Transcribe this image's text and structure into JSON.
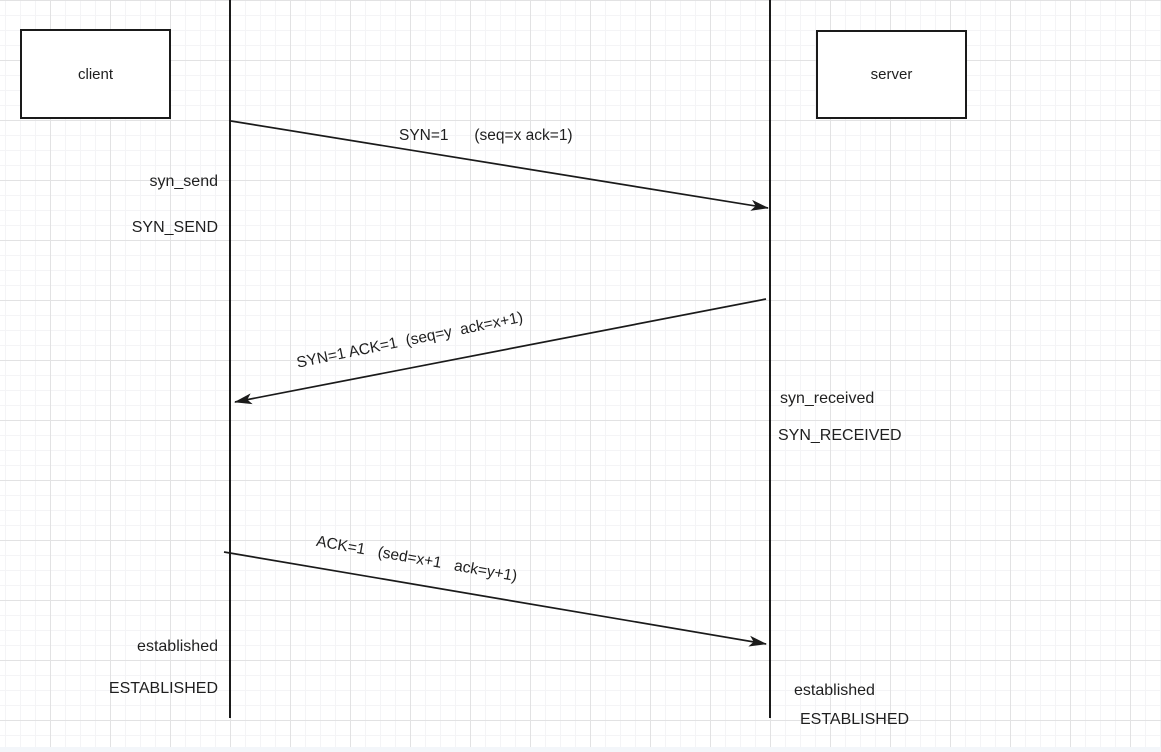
{
  "actors": {
    "client": "client",
    "server": "server"
  },
  "messages": {
    "syn": "SYN=1      (seq=x ack=1)",
    "syn_ack": "SYN=1 ACK=1  (seq=y  ack=x+1)",
    "ack": "ACK=1   (sed=x+1   ack=y+1)"
  },
  "states": {
    "client_after_syn": {
      "lower": "syn_send",
      "upper": "SYN_SEND"
    },
    "client_after_ack": {
      "lower": "established",
      "upper": "ESTABLISHED"
    },
    "server_after_syn": {
      "lower": "syn_received",
      "upper": "SYN_RECEIVED"
    },
    "server_after_ack": {
      "lower": "established",
      "upper": "ESTABLISHED"
    }
  },
  "colors": {
    "stroke": "#1a1a1a",
    "text": "#1f1f1f",
    "grid_minor": "#f4f4f6",
    "grid_major": "#e2e2e3",
    "page_edge": "#f3f6fa"
  }
}
